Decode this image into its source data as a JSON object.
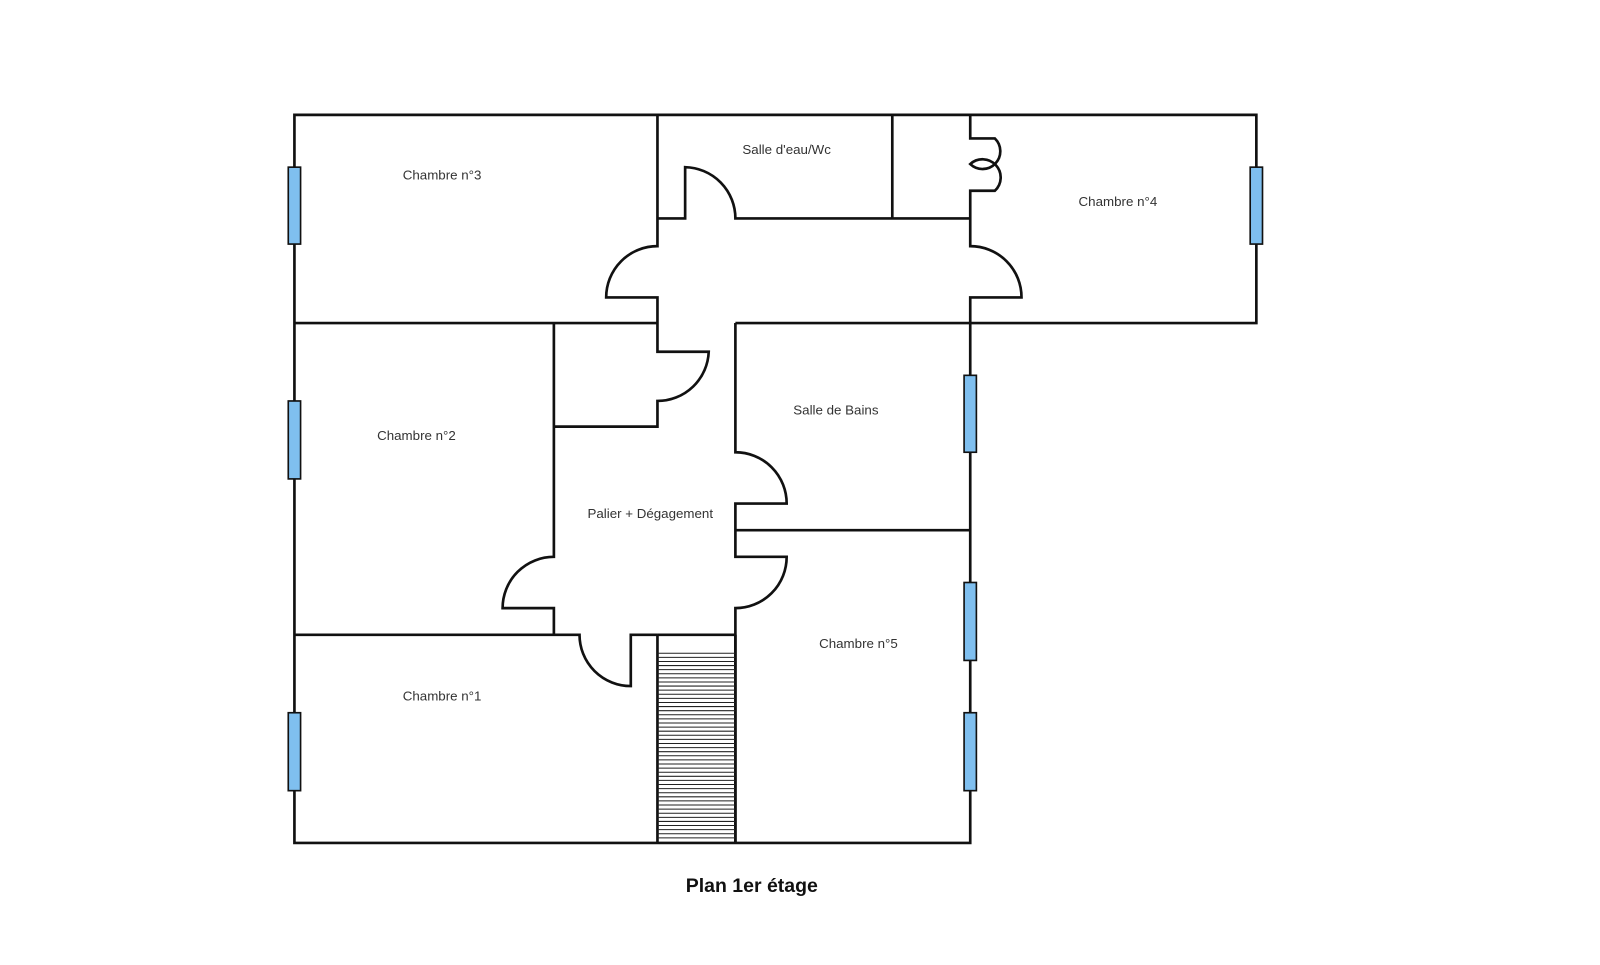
{
  "plan": {
    "caption": "Plan 1er étage",
    "rooms": {
      "chambre3": "Chambre n°3",
      "salle_eau": "Salle d'eau/Wc",
      "chambre4": "Chambre n°4",
      "chambre2": "Chambre n°2",
      "salle_bains": "Salle de Bains",
      "palier": "Palier + Dégagement",
      "chambre5": "Chambre n°5",
      "chambre1": "Chambre n°1"
    },
    "colors": {
      "window": "#7fbfef",
      "wall": "#111111"
    }
  }
}
